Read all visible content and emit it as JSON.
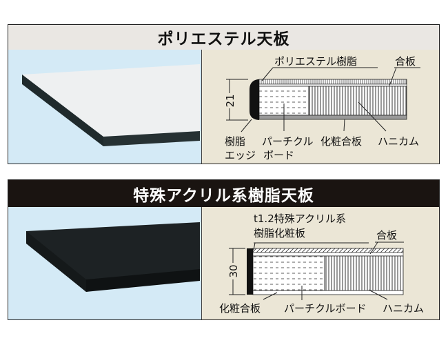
{
  "panels": [
    {
      "title": "ポリエステル天板",
      "labels": {
        "resin": "ポリエステル樹脂",
        "plywood": "合板",
        "thickness": "21",
        "edge_1": "樹脂",
        "edge_2": "エッジ",
        "particle_1": "パーチクル",
        "particle_2": "ボード",
        "decor": "化粧合板",
        "honeycomb": "ハニカム"
      }
    },
    {
      "title": "特殊アクリル系樹脂天板",
      "labels": {
        "acrylic_1": "t1.2特殊アクリル系",
        "acrylic_2": "樹脂化粧板",
        "plywood": "合板",
        "thickness": "30",
        "decor": "化粧合板",
        "particle": "パーチクルボード",
        "honeycomb": "ハニカム"
      }
    }
  ],
  "colors": {
    "photo_bg": "#d4eaf6",
    "diagram_bg": "#ebe6d6",
    "title2_bg": "#1a1411"
  }
}
